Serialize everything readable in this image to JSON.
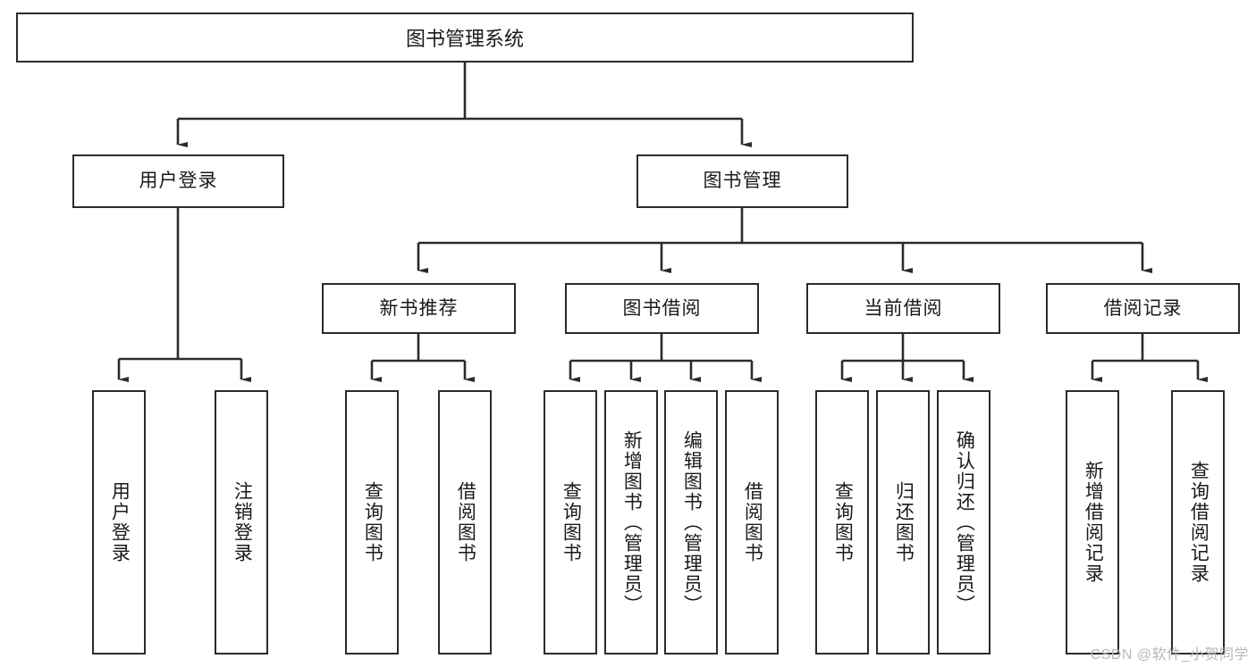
{
  "diagram": {
    "title": "图书管理系统",
    "type": "hierarchy-tree",
    "root": {
      "id": "root",
      "label": "图书管理系统"
    },
    "level2": [
      {
        "id": "user-login",
        "label": "用户登录"
      },
      {
        "id": "book-manage",
        "label": "图书管理"
      }
    ],
    "level3": [
      {
        "id": "new-book-rec",
        "label": "新书推荐",
        "parent": "book-manage"
      },
      {
        "id": "book-borrow",
        "label": "图书借阅",
        "parent": "book-manage"
      },
      {
        "id": "current-borrow",
        "label": "当前借阅",
        "parent": "book-manage"
      },
      {
        "id": "borrow-record",
        "label": "借阅记录",
        "parent": "book-manage"
      }
    ],
    "leaves": [
      {
        "id": "leaf-user-login",
        "label": "用户登录",
        "parent": "user-login"
      },
      {
        "id": "leaf-user-logout",
        "label": "注销登录",
        "parent": "user-login"
      },
      {
        "id": "leaf-query-book-1",
        "label": "查询图书",
        "parent": "new-book-rec"
      },
      {
        "id": "leaf-borrow-book-1",
        "label": "借阅图书",
        "parent": "new-book-rec"
      },
      {
        "id": "leaf-query-book-2",
        "label": "查询图书",
        "parent": "book-borrow"
      },
      {
        "id": "leaf-add-book",
        "label": "新增图书（管理员）",
        "parent": "book-borrow"
      },
      {
        "id": "leaf-edit-book",
        "label": "编辑图书（管理员）",
        "parent": "book-borrow"
      },
      {
        "id": "leaf-borrow-book-2",
        "label": "借阅图书",
        "parent": "book-borrow"
      },
      {
        "id": "leaf-query-book-3",
        "label": "查询图书",
        "parent": "current-borrow"
      },
      {
        "id": "leaf-return-book",
        "label": "归还图书",
        "parent": "current-borrow"
      },
      {
        "id": "leaf-confirm-return",
        "label": "确认归还（管理员）",
        "parent": "current-borrow"
      },
      {
        "id": "leaf-add-record",
        "label": "新增借阅记录",
        "parent": "borrow-record"
      },
      {
        "id": "leaf-query-record",
        "label": "查询借阅记录",
        "parent": "borrow-record"
      }
    ],
    "watermark": "CSDN @软件_小贺同学",
    "colors": {
      "stroke": "#2b2b2b",
      "background": "#ffffff",
      "text": "#1a1a1a",
      "watermark": "#b8b8b8"
    }
  }
}
